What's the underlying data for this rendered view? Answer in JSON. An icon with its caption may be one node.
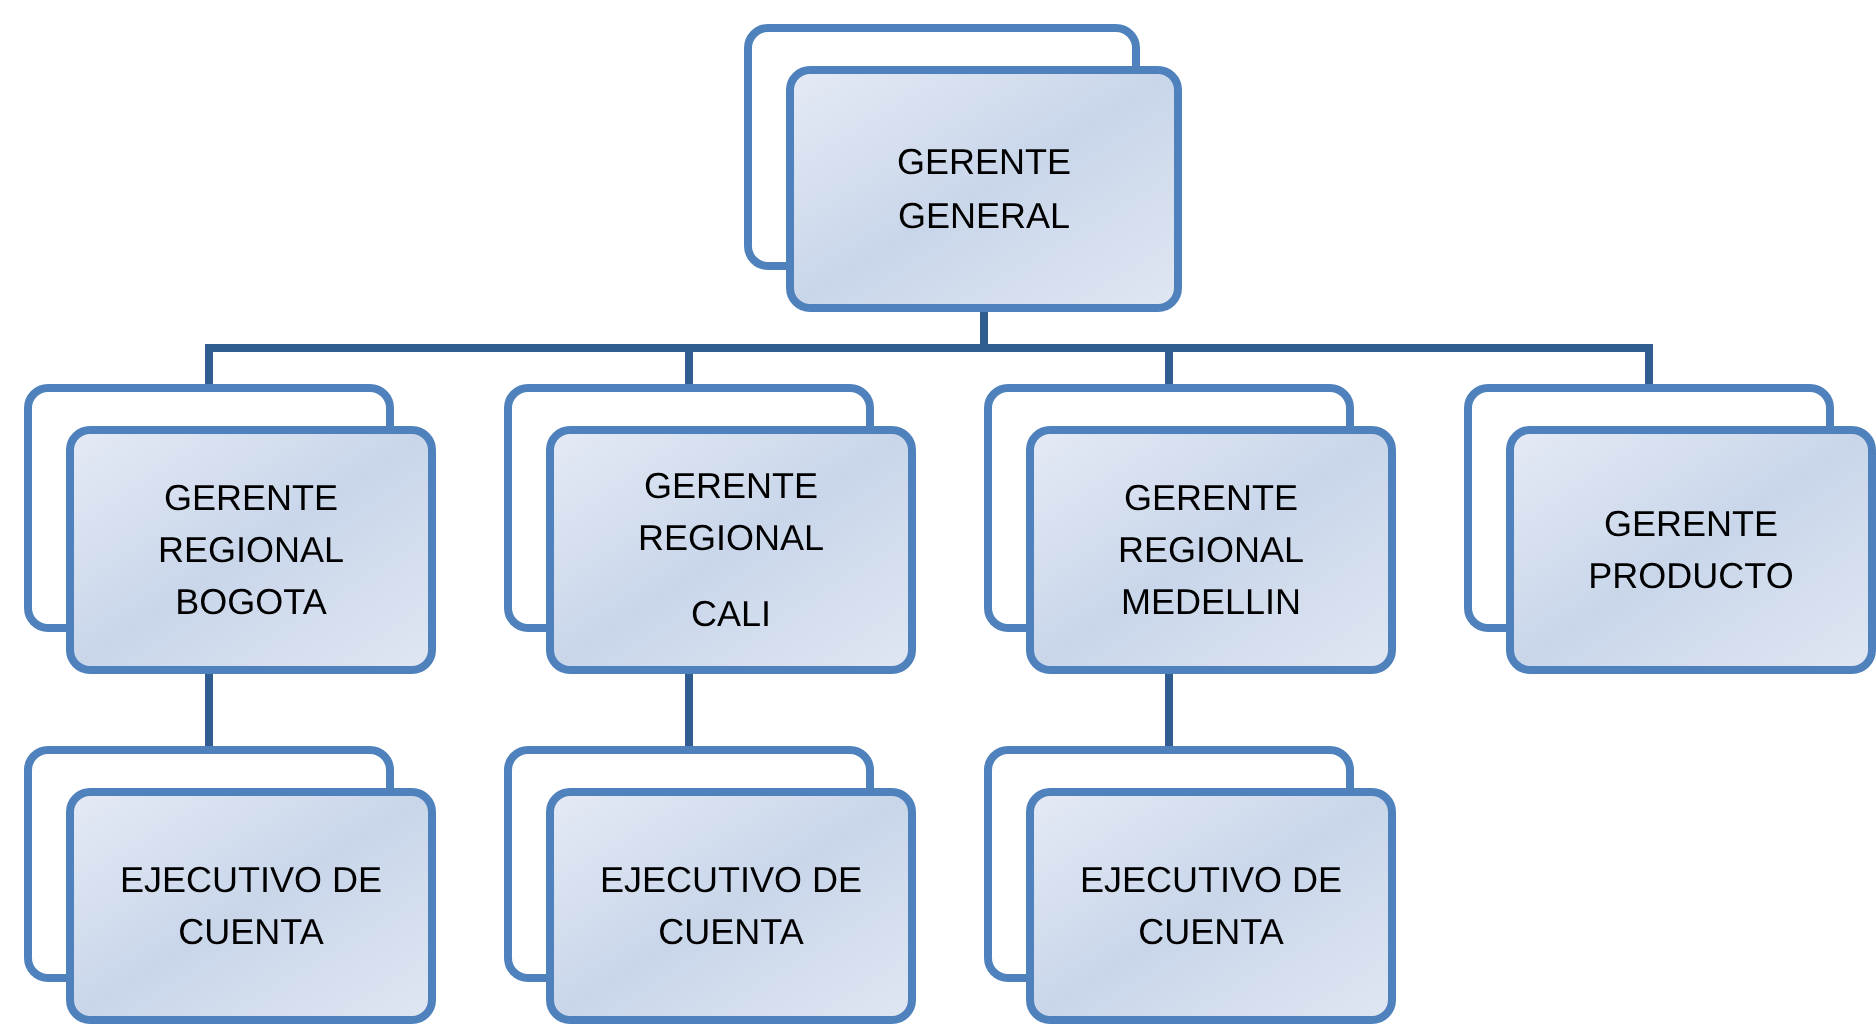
{
  "diagram": {
    "nodes": [
      {
        "text": [
          "GERENTE GENERAL"
        ]
      },
      {
        "text": [
          "GERENTE REGIONAL BOGOTA"
        ]
      },
      {
        "text": [
          "GERENTE REGIONAL",
          "CALI"
        ]
      },
      {
        "text": [
          "GERENTE REGIONAL MEDELLIN"
        ]
      },
      {
        "text": [
          "GERENTE PRODUCTO"
        ]
      },
      {
        "text": [
          "EJECUTIVO DE CUENTA"
        ]
      },
      {
        "text": [
          "EJECUTIVO DE CUENTA"
        ]
      },
      {
        "text": [
          "EJECUTIVO DE CUENTA"
        ]
      }
    ],
    "edges": [
      {
        "from": 0,
        "to": 1,
        "arrow": "none"
      },
      {
        "from": 0,
        "to": 2,
        "arrow": "none"
      },
      {
        "from": 0,
        "to": 3,
        "arrow": "none"
      },
      {
        "from": 0,
        "to": 4,
        "arrow": "none"
      },
      {
        "from": 1,
        "to": 5,
        "arrow": "none"
      },
      {
        "from": 2,
        "to": 6,
        "arrow": "none"
      },
      {
        "from": 3,
        "to": 7,
        "arrow": "none"
      }
    ]
  }
}
